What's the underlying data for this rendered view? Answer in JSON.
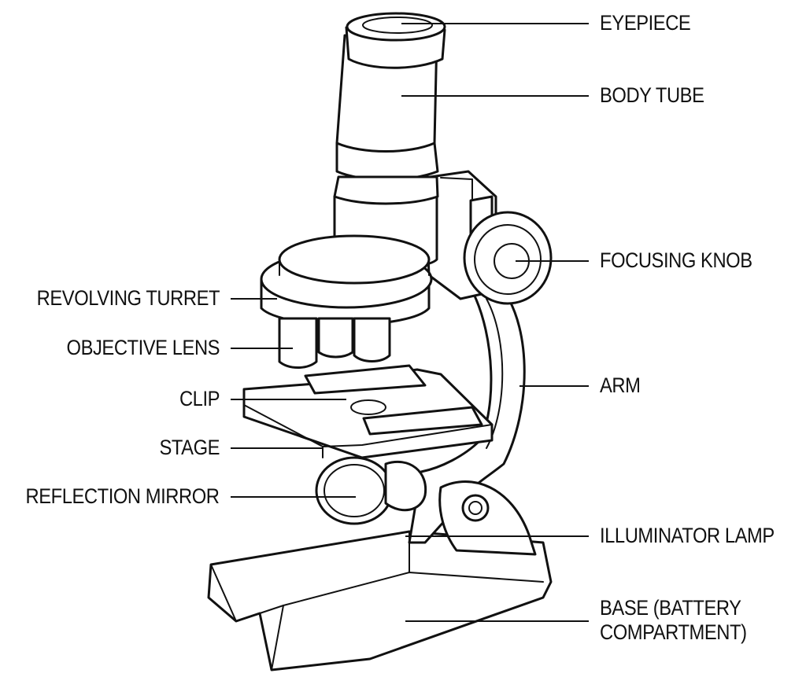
{
  "labels": {
    "eyepiece": "EYEPIECE",
    "body_tube": "BODY TUBE",
    "focusing_knob": "FOCUSING KNOB",
    "revolving_turret": "REVOLVING TURRET",
    "objective_lens": "OBJECTIVE LENS",
    "arm": "ARM",
    "clip": "CLIP",
    "stage": "STAGE",
    "reflection_mirror": "REFLECTION MIRROR",
    "illuminator_lamp": "ILLUMINATOR LAMP",
    "base": "BASE (BATTERY COMPARTMENT)"
  },
  "colors": {
    "line": "#111111",
    "background": "#ffffff"
  }
}
